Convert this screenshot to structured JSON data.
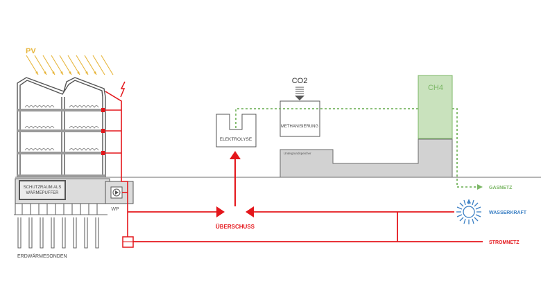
{
  "labels": {
    "pv": "PV",
    "co2": "CO2",
    "ch4": "CH4",
    "methanisierung": "METHANISIERUNG",
    "elektrolyse": "ELEKTROLYSE",
    "speicher": "Untergrundspeicher",
    "schutzraum_1": "SCHUTZRAUM ALS",
    "schutzraum_2": "WÄRMEPUFFER",
    "wp": "WP",
    "erdwaermesonden": "ERDWÄRMESONDEN",
    "ueberschuss": "ÜBERSCHUSS",
    "gasnetz": "GASNETZ",
    "wasserkraft": "WASSERKRAFT",
    "stromnetz": "STROMNETZ"
  },
  "colors": {
    "red": "#e4161b",
    "green": "#7bb765",
    "green_fill": "#c9e2bd",
    "blue": "#3a7fc4",
    "pv_yellow": "#e7b53a",
    "gray_dark": "#6b6b6b",
    "gray_fill": "#d2d2d2"
  },
  "icons": {
    "sun": "sun-icon",
    "lightning": "lightning-icon",
    "heat_pump": "heat-pump-icon",
    "meter": "meter-icon",
    "co2_arrow": "down-arrow-icon"
  }
}
